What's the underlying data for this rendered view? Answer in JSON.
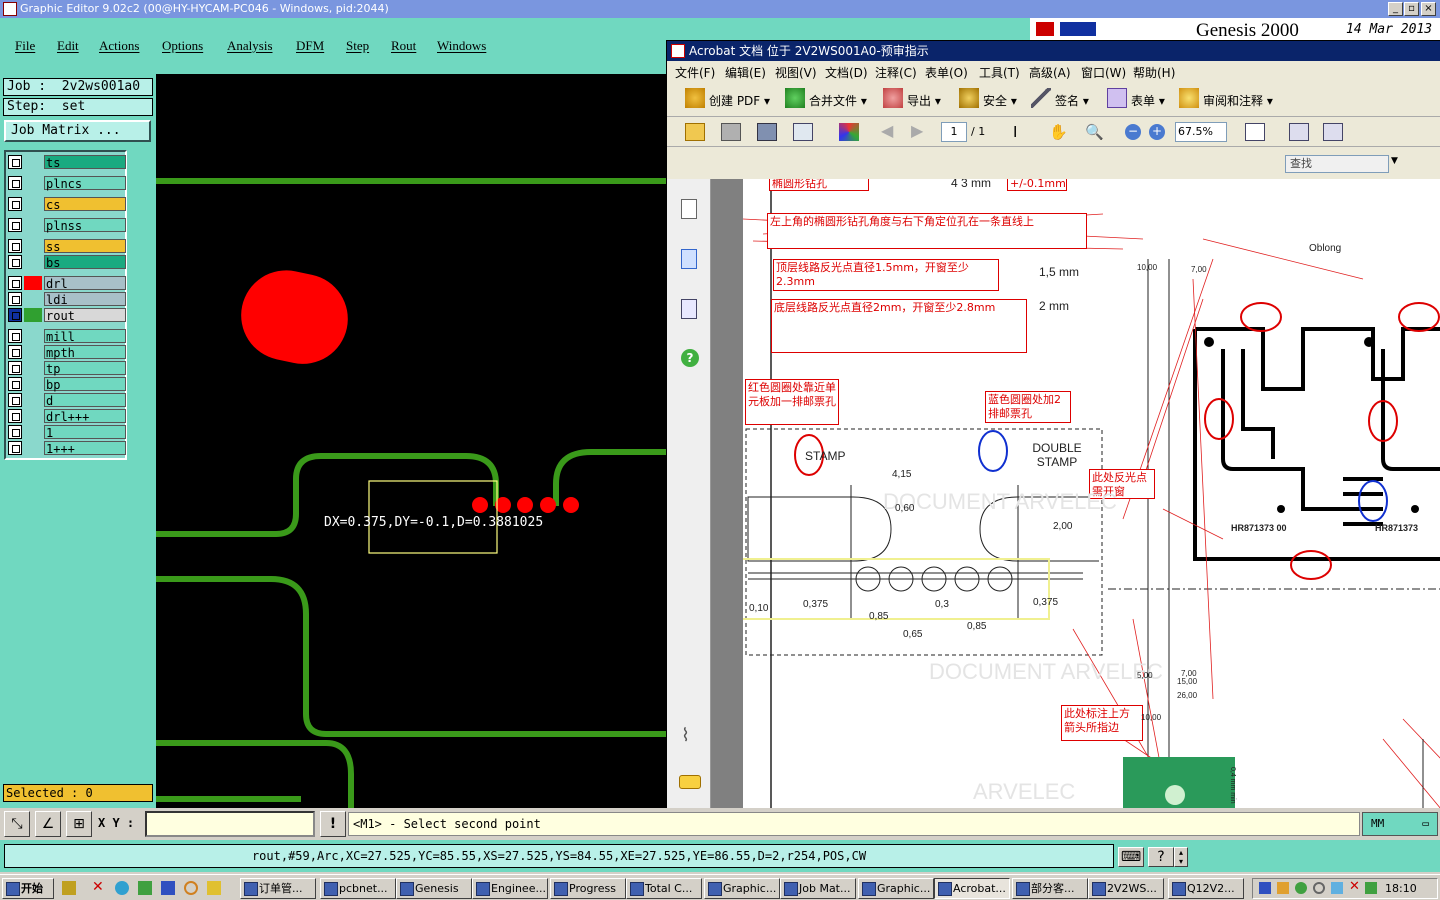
{
  "title_bar": {
    "text": "Graphic Editor 9.02c2 (00@HY-HYCAM-PC046 - Windows, pid:2044)"
  },
  "menu": [
    "File",
    "Edit",
    "Actions",
    "Options",
    "Analysis",
    "DFM",
    "Step",
    "Rout",
    "Windows"
  ],
  "job": {
    "job_label": "Job :  2v2ws001a0",
    "step_label": "Step:  set",
    "matrix_button": "Job Matrix ..."
  },
  "layers": [
    {
      "name": "ts",
      "color": "#1aaa80"
    },
    {
      "name": "plncs",
      "color": "#70d8c0"
    },
    {
      "name": "cs",
      "color": "#f0c030"
    },
    {
      "name": "plnss",
      "color": "#70d8c0"
    },
    {
      "name": "ss",
      "color": "#f0c030"
    },
    {
      "name": "bs",
      "color": "#1aaa80"
    },
    {
      "name": "drl",
      "color": "#a8c0c8",
      "swatch": "#ff0000"
    },
    {
      "name": "ldi",
      "color": "#a8c0c8"
    },
    {
      "name": "rout",
      "color": "#d8d8d8",
      "swatch": "#30a030"
    },
    {
      "name": "mill",
      "color": "#70d8c0"
    },
    {
      "name": "mpth",
      "color": "#70d8c0"
    },
    {
      "name": "tp",
      "color": "#70d8c0"
    },
    {
      "name": "bp",
      "color": "#70d8c0"
    },
    {
      "name": "d",
      "color": "#70d8c0"
    },
    {
      "name": "drl+++",
      "color": "#70d8c0"
    },
    {
      "name": "1",
      "color": "#70d8c0"
    },
    {
      "name": "1+++",
      "color": "#70d8c0"
    }
  ],
  "selected": "Selected : 0",
  "measure_text": "DX=0.375,DY=-0.1,D=0.3881025",
  "xy_label": "X Y :",
  "message": "<M1> - Select second point",
  "units": "MM",
  "status": "rout,#59,Arc,XC=27.525,YC=85.55,XS=27.525,YS=84.55,XE=27.525,YE=86.55,D=2,r254,POS,CW",
  "genesis": {
    "brand": "Genesis 2000",
    "date": "14 Mar 2013"
  },
  "acrobat": {
    "title": "Acrobat 文档 位于 2V2WS001A0-预审指示",
    "menu": [
      "文件(F)",
      "编辑(E)",
      "视图(V)",
      "文档(D)",
      "注释(C)",
      "表单(O)",
      "工具(T)",
      "高级(A)",
      "窗口(W)",
      "帮助(H)"
    ],
    "toolbar1": [
      "创建 PDF",
      "合并文件",
      "导出",
      "安全",
      "签名",
      "表单",
      "审阅和注释"
    ],
    "page_num": "1",
    "page_total": "/ 1",
    "zoom": "67.5%",
    "search_placeholder": "查找"
  },
  "doc": {
    "note_top": "椭圆形钻孔",
    "dim_top": "4    3 mm",
    "tol_top": "+/-0.1mm",
    "note1": "左上角的椭圆形钻孔角度与右下角定位孔在一条直线上",
    "note2": "顶层线路反光点直径1.5mm，开窗至少2.3mm",
    "note2_val": "1,5 mm",
    "note3": "底层线路反光点直径2mm，开窗至少2.8mm",
    "note3_val": "2 mm",
    "note4": "红色圆圈处靠近单元板加一排邮票孔",
    "note5": "蓝色圆圈处加2排邮票孔",
    "note6": "此处反光点需开窗",
    "note7": "此处标注上方箭头所指边",
    "stamp": "STAMP",
    "double_stamp": "DOUBLE STAMP",
    "oblong": "Oblong",
    "watermark": "DOCUMENT ARVELEC",
    "watermark2": "ARVELEC",
    "part1": "HR871373 00",
    "part2": "HR871373",
    "dims": {
      "d415": "4,15",
      "d060": "0,60",
      "d200": "2,00",
      "d010": "0,10",
      "d0375a": "0,375",
      "d085a": "0,85",
      "d065": "0,65",
      "d03": "0,3",
      "d085b": "0,85",
      "d0375b": "0,375",
      "d1000": "10,00",
      "d700": "7,00",
      "d500": "5,00",
      "d1500": "15,00",
      "d2600": "26,00",
      "d04": "0,4 mm min"
    }
  },
  "taskbar": {
    "start": "开始",
    "tasks": [
      "订单管...",
      "pcbnet...",
      "Genesis",
      "Enginee...",
      "Progress",
      "Total C...",
      "Graphic...",
      "Job Mat...",
      "Graphic...",
      "Acrobat...",
      "部分客...",
      "2V2WS...",
      "Q12V2..."
    ],
    "clock": "18:10"
  }
}
